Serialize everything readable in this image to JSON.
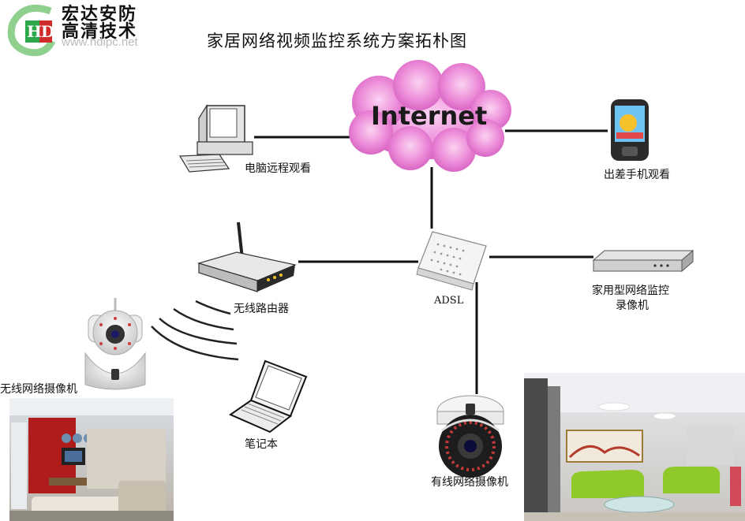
{
  "logo": {
    "monogram": "HD",
    "line1": "宏达安防",
    "line2": "高清技术",
    "url": "www.hdipc.net"
  },
  "title": "家居网络视频监控系统方案拓朴图",
  "nodes": {
    "internet": "Internet",
    "pc": "电脑远程观看",
    "phone": "出差手机观看",
    "router": "无线路由器",
    "adsl": "ADSL",
    "nvr_line1": "家用型网络监控",
    "nvr_line2": "录像机",
    "wireless_camera": "无线网络摄像机",
    "laptop": "笔记本",
    "wired_camera": "有线网络摄像机"
  },
  "colors": {
    "cloud": "#e77fd0",
    "link": "#111111"
  }
}
